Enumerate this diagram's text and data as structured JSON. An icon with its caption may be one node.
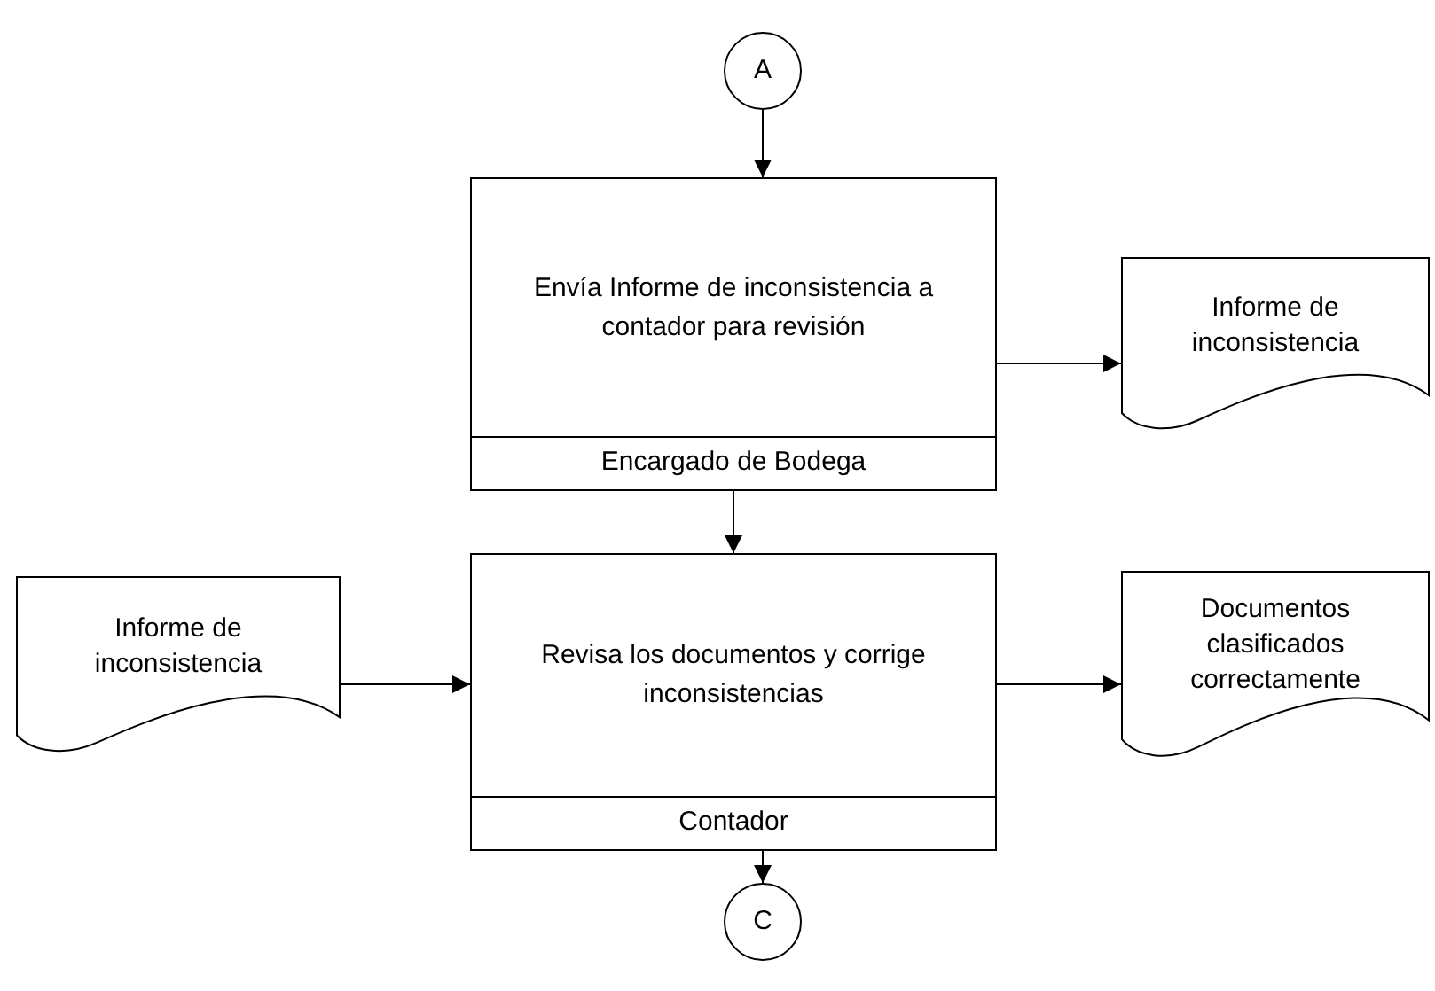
{
  "diagram": {
    "nodes": [
      {
        "text": [
          "A"
        ]
      },
      {
        "text": [
          "Envía Informe de inconsistencia a contador para revisión",
          "Encargado de Bodega"
        ]
      },
      {
        "text": [
          "Informe de inconsistencia"
        ]
      },
      {
        "text": [
          "Informe de inconsistencia"
        ]
      },
      {
        "text": [
          "Revisa los documentos y corrige inconsistencias",
          "Contador"
        ]
      },
      {
        "text": [
          "Documentos clasificados correctamente"
        ]
      },
      {
        "text": [
          "C"
        ]
      }
    ],
    "edges": [
      {
        "from": 0,
        "to": 1,
        "arrow": "to"
      },
      {
        "from": 1,
        "to": 2,
        "arrow": "to"
      },
      {
        "from": 1,
        "to": 4,
        "arrow": "to"
      },
      {
        "from": 3,
        "to": 4,
        "arrow": "to"
      },
      {
        "from": 4,
        "to": 5,
        "arrow": "to"
      },
      {
        "from": 4,
        "to": 6,
        "arrow": "to"
      }
    ]
  }
}
